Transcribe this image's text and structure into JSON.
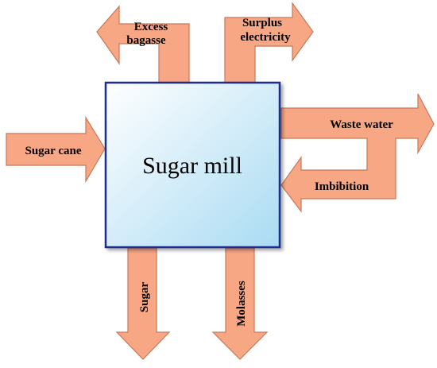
{
  "colors": {
    "arrow_fill": "#f7a784",
    "arrow_stroke": "#c9785a",
    "box_fill_top": "#ffffff",
    "box_fill_bottom": "#a9dbf3",
    "box_stroke": "#1f2f8c"
  },
  "diagram": {
    "center": "Sugar mill",
    "inputs": {
      "sugar_cane": "Sugar cane",
      "imbibition": "Imbibition"
    },
    "outputs": {
      "excess_bagasse_line1": "Excess",
      "excess_bagasse_line2": "bagasse",
      "surplus_electricity_line1": "Surplus",
      "surplus_electricity_line2": "electricity",
      "waste_water": "Waste water",
      "sugar": "Sugar",
      "molasses": "Molasses"
    }
  }
}
